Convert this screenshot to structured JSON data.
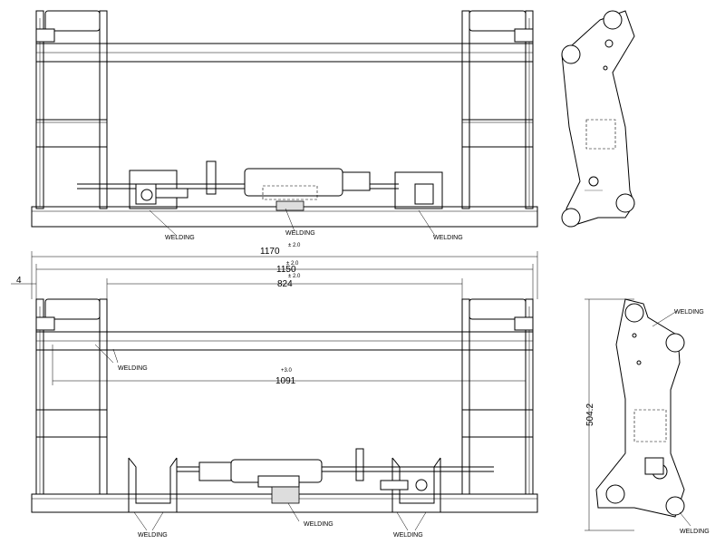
{
  "labels": {
    "welding": "WELDING"
  },
  "dimensions": {
    "d1170": {
      "value": "1170",
      "tol": "± 2.0"
    },
    "d1150": {
      "value": "1150",
      "tol": "± 2.0"
    },
    "d824": {
      "value": "824",
      "tol": "± 2.0"
    },
    "d1091": {
      "value": "1091",
      "tol": "+3.0"
    },
    "d4": {
      "value": "4"
    },
    "d504": {
      "value": "504.2"
    }
  }
}
